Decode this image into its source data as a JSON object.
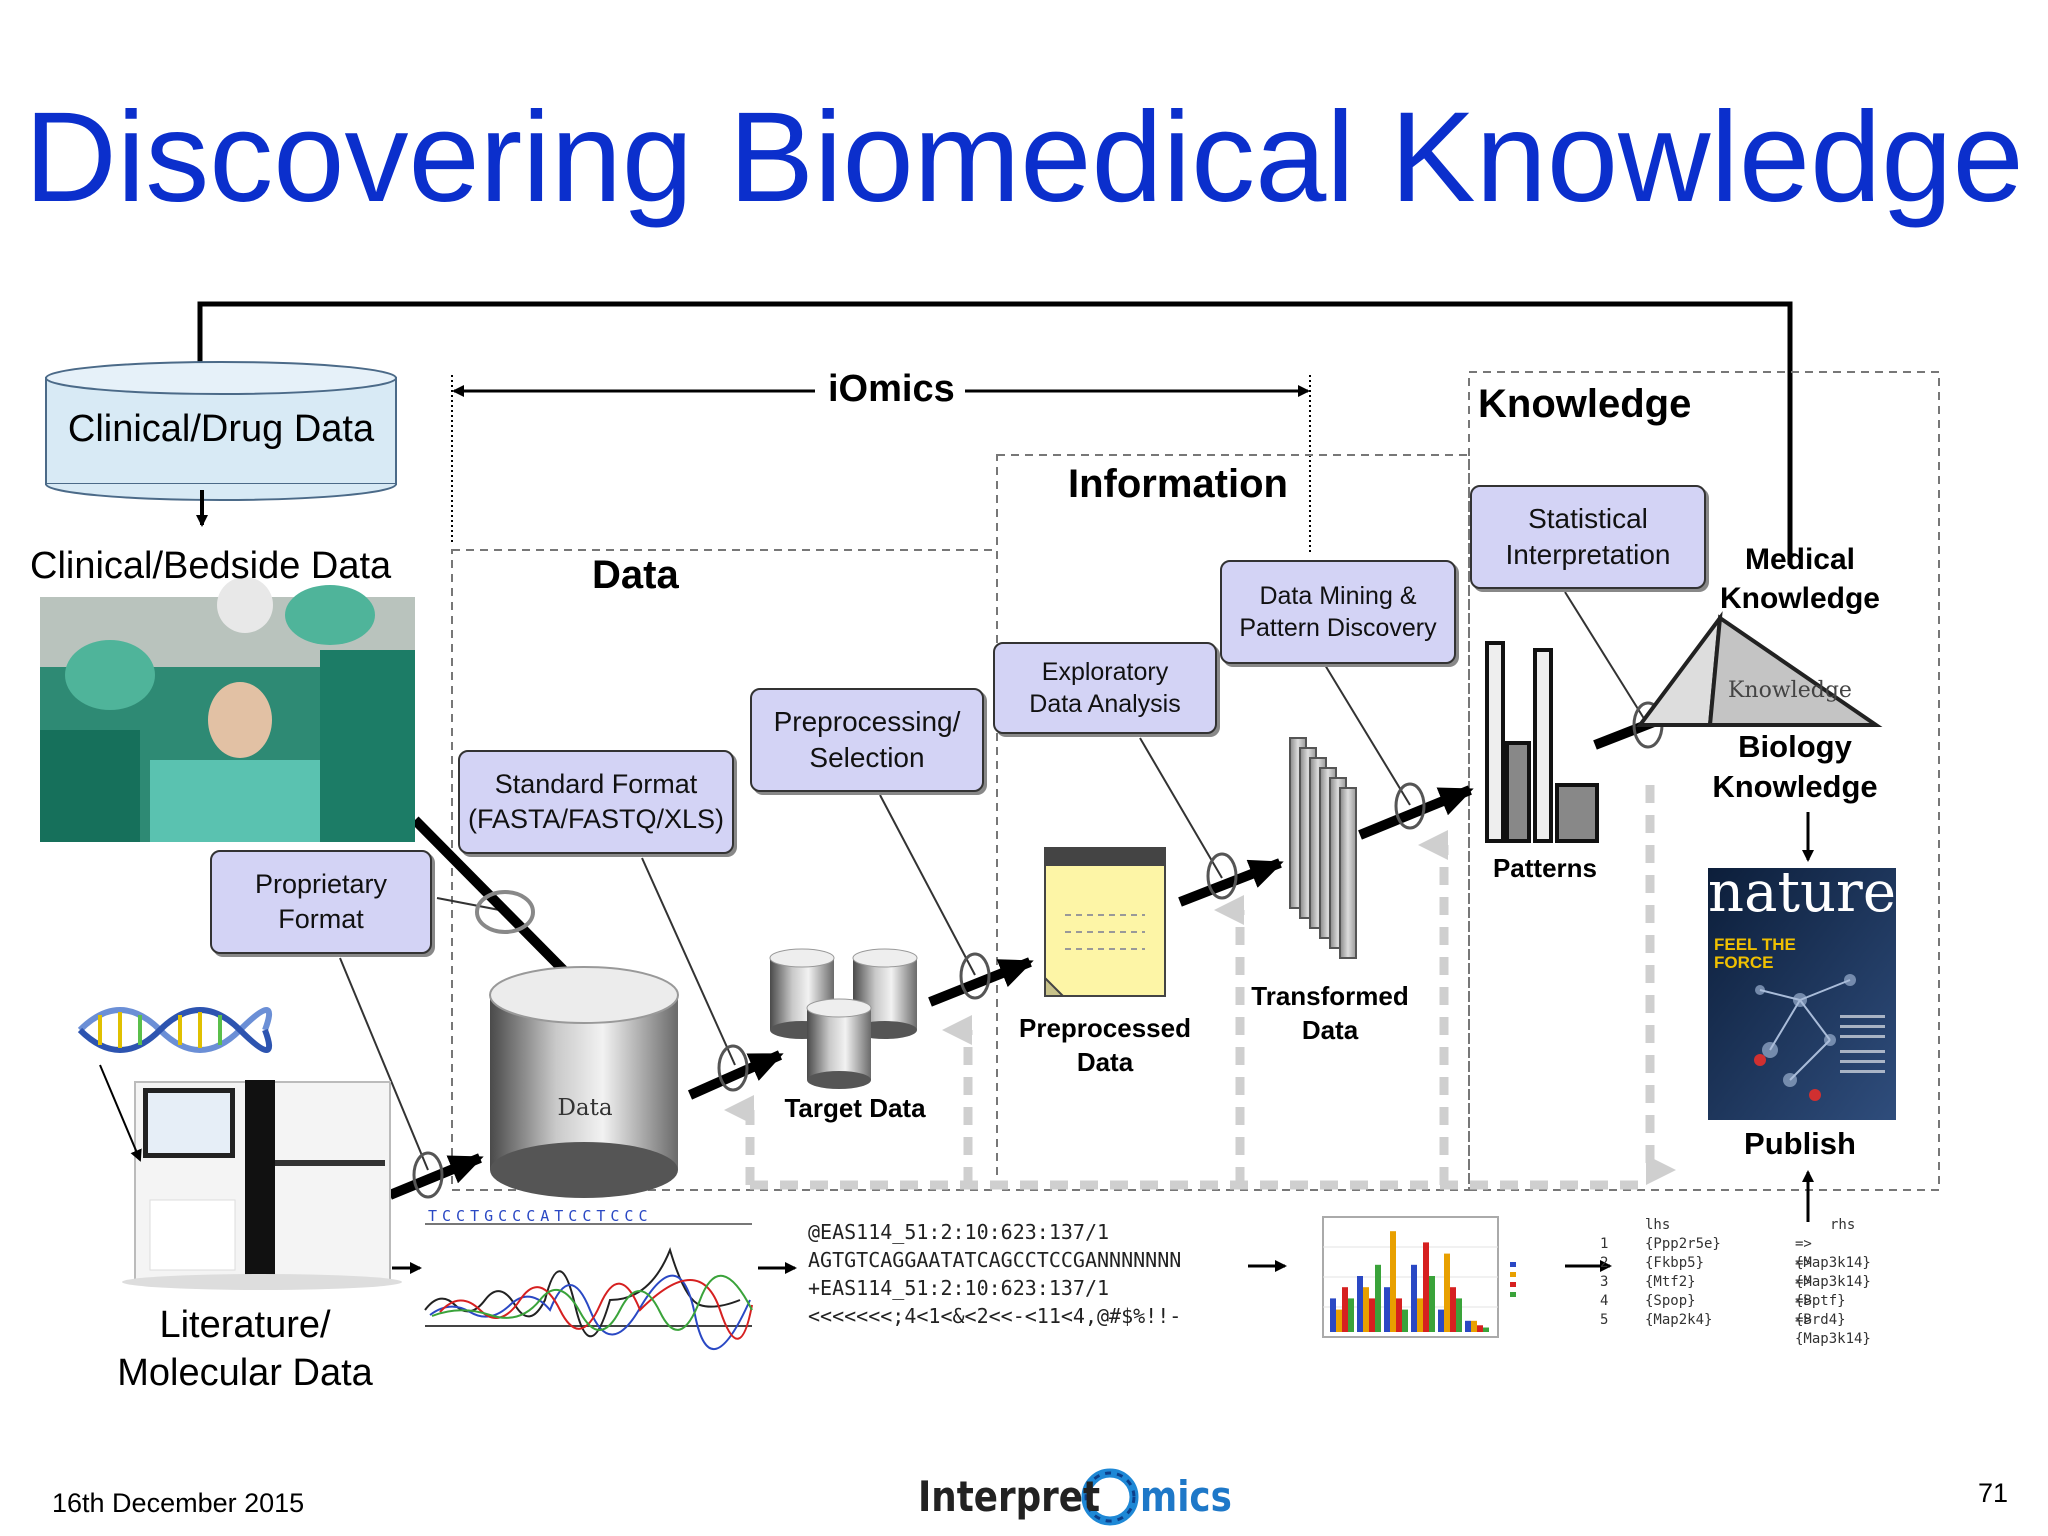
{
  "title": "Discovering Biomedical Knowledge",
  "stages": {
    "iomics": "iOmics",
    "data": "Data",
    "information": "Information",
    "knowledge": "Knowledge"
  },
  "sources": {
    "clinical_drug": "Clinical/Drug Data",
    "clinical_bedside": "Clinical/Bedside Data",
    "literature_molecular": "Literature/\nMolecular Data"
  },
  "steps": {
    "proprietary": "Proprietary\nFormat",
    "standard": "Standard Format\n(FASTA/FASTQ/XLS)",
    "preprocessing": "Preprocessing/\nSelection",
    "exploratory": "Exploratory\nData Analysis",
    "mining": "Data Mining &\nPattern Discovery",
    "statistical": "Statistical\nInterpretation"
  },
  "outputs": {
    "data_cylinder": "Data",
    "target": "Target Data",
    "preprocessed": "Preprocessed\nData",
    "transformed": "Transformed\nData",
    "patterns": "Patterns",
    "medical": "Medical\nKnowledge",
    "pyramid": "Knowledge",
    "biology": "Biology\nKnowledge",
    "publish": "Publish"
  },
  "journal": {
    "name": "nature",
    "headline": "FEEL THE\nFORCE"
  },
  "sequence_read": [
    "@EAS114_51:2:10:623:137/1",
    "AGTGTCAGGAATATCAGCCTCCGANNNNNNN",
    "+EAS114_51:2:10:623:137/1",
    "<<<<<<<;4<1<&<2<<-<11<4,@#$%!!-"
  ],
  "chromatogram_bases": "TCCTGCCCATCCTCCC",
  "rules_table": {
    "headers": [
      "lhs",
      "rhs"
    ],
    "rows": [
      {
        "id": "1",
        "lhs": "{Ppp2r5e}",
        "rhs": "=> {Map3k14}"
      },
      {
        "id": "2",
        "lhs": "{Fkbp5}",
        "rhs": "=> {Map3k14}"
      },
      {
        "id": "3",
        "lhs": "{Mtf2}",
        "rhs": "=> {Bptf}"
      },
      {
        "id": "4",
        "lhs": "{Spop}",
        "rhs": "=> {Brd4}"
      },
      {
        "id": "5",
        "lhs": "{Map2k4}",
        "rhs": "=> {Map3k14}"
      }
    ]
  },
  "bar_chart": {
    "values": [
      [
        3,
        2,
        4,
        3
      ],
      [
        5,
        4,
        3,
        6
      ],
      [
        4,
        9,
        3,
        2
      ],
      [
        6,
        3,
        8,
        5
      ],
      [
        2,
        7,
        4,
        3
      ],
      [
        1,
        1,
        0.6,
        0.4
      ]
    ],
    "colors": [
      "#2a48c4",
      "#e8a000",
      "#d62020",
      "#3aa33a"
    ]
  },
  "footer": {
    "date": "16th December 2015",
    "logo_left": "Interpret",
    "logo_right": "mics",
    "page": "71"
  },
  "colors": {
    "title": "#0b2fcc",
    "step_box": "#d3d3f5",
    "cylinder_top": "#d8eaf5"
  }
}
